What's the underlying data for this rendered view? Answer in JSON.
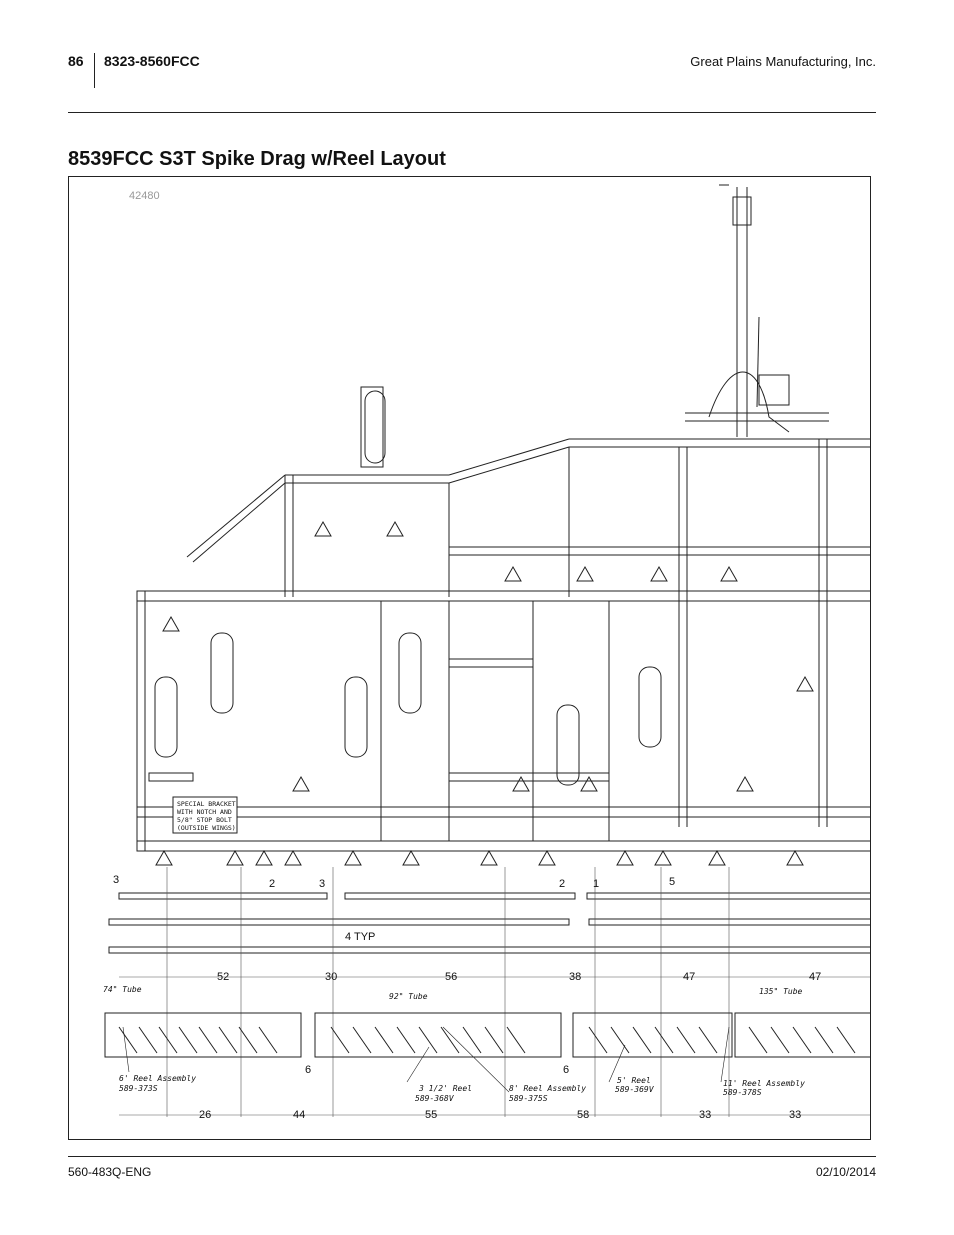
{
  "header": {
    "page_number": "86",
    "model": "8323-8560FCC",
    "company": "Great Plains Manufacturing, Inc."
  },
  "title": "8539FCC S3T Spike Drag w/Reel Layout",
  "figure": {
    "figure_number": "42480",
    "note_lines": [
      "SPECIAL BRACKET",
      "WITH NOTCH AND",
      "5/8\" STOP BOLT",
      "(OUTSIDE WINGS)"
    ],
    "small_dims": {
      "d3_left": "3",
      "d2": "2",
      "d3": "3",
      "d2_half": "2",
      "d1_half": "1",
      "d5_half": "5",
      "typ": "4 TYP",
      "d6": "6",
      "d6_right": "6"
    },
    "row1_dims": [
      "52",
      "30",
      "56",
      "38",
      "47",
      "47"
    ],
    "row2_dims": [
      "26",
      "44",
      "55",
      "58",
      "33",
      "33"
    ],
    "fractions": {
      "num": "1",
      "den": "2"
    },
    "tubes": [
      "74\" Tube",
      "92\" Tube",
      "135\" Tube"
    ],
    "reels": [
      {
        "name": "6' Reel Assembly",
        "part": "589-373S"
      },
      {
        "name": "3 1/2' Reel",
        "part": "589-368V"
      },
      {
        "name": "8' Reel Assembly",
        "part": "589-375S"
      },
      {
        "name": "5' Reel",
        "part": "589-369V"
      },
      {
        "name": "11' Reel Assembly",
        "part": "589-378S"
      }
    ]
  },
  "footer": {
    "doc_number": "560-483Q-ENG",
    "date": "02/10/2014"
  }
}
